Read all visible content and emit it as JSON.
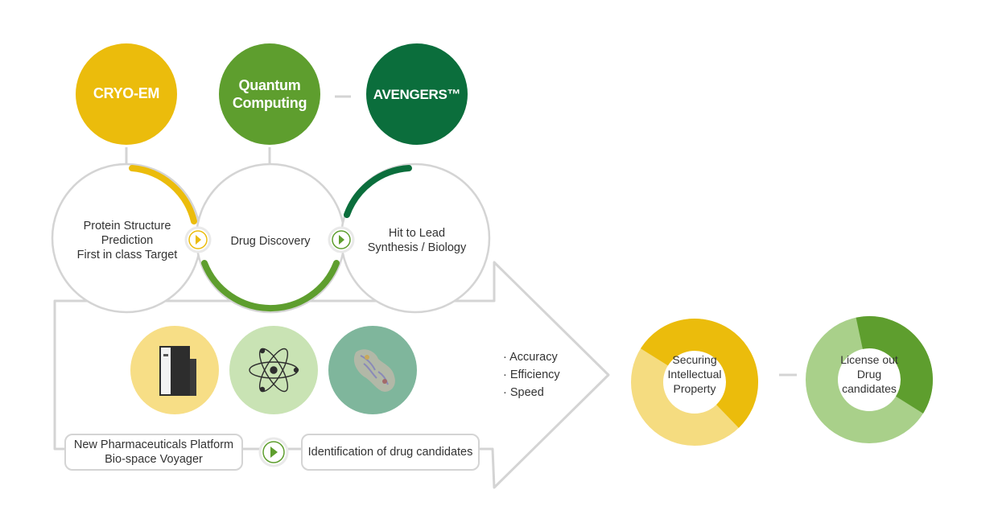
{
  "colors": {
    "yellow": "#ebbc0c",
    "light_yellow": "#f5dc80",
    "green": "#5e9e2e",
    "light_green": "#a9d08a",
    "dark_green": "#0b6e3c",
    "teal": "#7fb69c",
    "pale_green_icon": "#c9e3b4",
    "pale_yellow_icon": "#f7de86",
    "gray_line": "#d4d4d4"
  },
  "technologies": [
    {
      "label": "CRYO-EM",
      "color": "#ebbc0c"
    },
    {
      "label": "Quantum\nComputing",
      "color": "#5e9e2e"
    },
    {
      "label": "AVENGERS™",
      "color": "#0b6e3c"
    }
  ],
  "stages": [
    {
      "label": "Protein Structure\nPrediction\nFirst in class Target"
    },
    {
      "label": "Drug Discovery"
    },
    {
      "label": "Hit to Lead\nSynthesis / Biology"
    }
  ],
  "icons": [
    {
      "name": "cryo-em-microscope-icon",
      "color": "#f7de86"
    },
    {
      "name": "atom-icon",
      "color": "#c9e3b4"
    },
    {
      "name": "protein-structure-icon",
      "color": "#7fb69c"
    }
  ],
  "platform": {
    "label": "New Pharmaceuticals Platform\nBio-space Voyager",
    "result": "Identification of drug candidates"
  },
  "benefits": [
    "Accuracy",
    "Efficiency",
    "Speed"
  ],
  "outcomes": [
    {
      "label": "Securing\nIntellectual\nProperty"
    },
    {
      "label": "License out\nDrug\ncandidates"
    }
  ]
}
